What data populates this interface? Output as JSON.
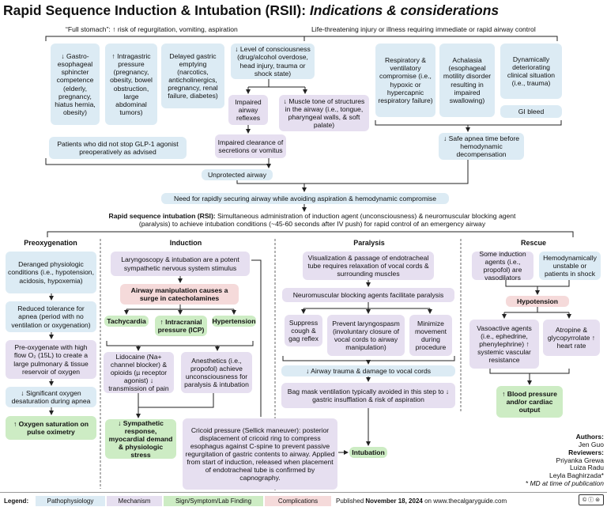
{
  "title": {
    "main": "Rapid Sequence Induction & Intubation (RSII): ",
    "sub": "Indications & considerations"
  },
  "left_header": "“Full stomach”: ↑ risk of regurgitation, vomiting, aspiration",
  "right_header": "Life-threatening injury or illness requiring immediate or rapid airway control",
  "boxes": {
    "gastro": "↓ Gastro-esophageal sphincter competence (elderly, pregnancy, hiatus hernia, obesity)",
    "intragastric": "↑ Intragastric pressure (pregnancy, obesity, bowel obstruction, large abdominal tumors)",
    "delayed": "Delayed gastric emptying (narcotics, anticholinergics, pregnancy, renal failure, diabetes)",
    "glp1": "Patients who did not stop GLP-1 agonist preoperatively as advised",
    "consciousness": "↓ Level of consciousness (drug/alcohol overdose, head injury, trauma or shock state)",
    "impaired_reflex": "Impaired airway reflexes",
    "muscle_tone": "↓ Muscle tone of structures in the airway (i.e., tongue, pharyngeal walls, & soft palate)",
    "impaired_clearance": "Impaired clearance of secretions or vomitus",
    "unprotected": "Unprotected airway",
    "respiratory": "Respiratory & ventilatory compromise (i.e., hypoxic or hypercapnic respiratory failure)",
    "achalasia": "Achalasia (esophageal motility disorder resulting in impaired swallowing)",
    "deteriorating": "Dynamically deteriorating clinical situation (i.e., trauma)",
    "gi_bleed": "GI bleed",
    "safe_apnea": "↓ Safe apnea time before hemodynamic decompensation",
    "need": "Need for rapidly securing airway while avoiding aspiration & hemodynamic compromise",
    "rsi_def_bold": "Rapid sequence intubation (RSI):",
    "rsi_def": " Simultaneous administration of induction agent (unconsciousness) & neuromuscular blocking agent (paralysis) to achieve intubation conditions (~45-60 seconds after IV push) for rapid control of an emergency airway",
    "deranged": "Deranged physiologic conditions (i.e., hypotension, acidosis, hypoxemia)",
    "reduced_tolerance": "Reduced tolerance for apnea (period with no ventilation or oxygenation)",
    "preoxygenate": "Pre-oxygenate with high flow O₂ (15L) to create a large pulmonary & tissue reservoir of oxygen",
    "desaturation": "↓ Significant oxygen desaturation during apnea",
    "oxygen_sat": "↑ Oxygen saturation on pulse oximetry",
    "laryngoscopy": "Laryngoscopy & intubation are a potent sympathetic nervous system stimulus",
    "airway_manip": "Airway manipulation causes a surge in catecholamines",
    "tachycardia": "Tachycardia",
    "icp": "↑ Intracranial pressure (ICP)",
    "hypertension": "Hypertension",
    "lidocaine": "Lidocaine (Na+ channel blocker) & opioids (µ receptor agonist) ↓ transmission of pain",
    "anesthetics": "Anesthetics (i.e., propofol) achieve unconsciousness for paralysis & intubation",
    "symp_response": "↓ Sympathetic response, myocardial demand & physiologic stress",
    "cricoid": "Cricoid pressure (Sellick maneuver): posterior displacement of cricoid ring to compress esophagus against C-spine to prevent passive regurgitation of gastric contents to airway. Applied from start of induction, released when placement of endotracheal tube is confirmed by capnography.",
    "visualization": "Visualization & passage of endotracheal tube requires relaxation of vocal cords & surrounding muscles",
    "nmb": "Neuromuscular blocking agents facilitate paralysis",
    "suppress": "Suppress cough & gag reflex",
    "prevent_laryngo": "Prevent laryngospasm (involuntary closure of vocal cords to airway manipulation)",
    "minimize": "Minimize movement during procedure",
    "airway_trauma": "↓ Airway trauma & damage to vocal cords",
    "bag_mask": "Bag mask ventilation typically avoided in this step to ↓ gastric insufflation & risk of aspiration",
    "intubation": "Intubation",
    "some_induction": "Some induction agents (i.e., propofol) are vasodilators",
    "hemo_unstable": "Hemodynamically unstable or patients in shock",
    "hypotension": "Hypotension",
    "vasoactive": "Vasoactive agents (i.e., ephedrine, phenylephrine) ↑ systemic vascular resistance",
    "atropine": "Atropine & glycopyrrolate ↑ heart rate",
    "blood_pressure": "↑ Blood pressure and/or cardiac output"
  },
  "sections": {
    "preoxygenation": "Preoxygenation",
    "induction": "Induction",
    "paralysis": "Paralysis",
    "rescue": "Rescue"
  },
  "credits": {
    "authors_label": "Authors:",
    "author": "Jen Guo",
    "reviewers_label": "Reviewers:",
    "reviewer1": "Priyanka Grewa",
    "reviewer2": "Luiza Radu",
    "reviewer3": "Leyla Baghirzada*",
    "note": "* MD at time of publication"
  },
  "legend": {
    "label": "Legend:",
    "items": [
      "Pathophysiology",
      "Mechanism",
      "Sign/Symptom/Lab Finding",
      "Complications"
    ],
    "published_prefix": "Published ",
    "published_date": "November 18, 2024",
    "published_suffix": " on www.thecalgaryguide.com"
  },
  "colors": {
    "pathophysiology": "#dcebf4",
    "mechanism": "#e6dff0",
    "sign": "#cdecc4",
    "complications": "#f5dada"
  }
}
